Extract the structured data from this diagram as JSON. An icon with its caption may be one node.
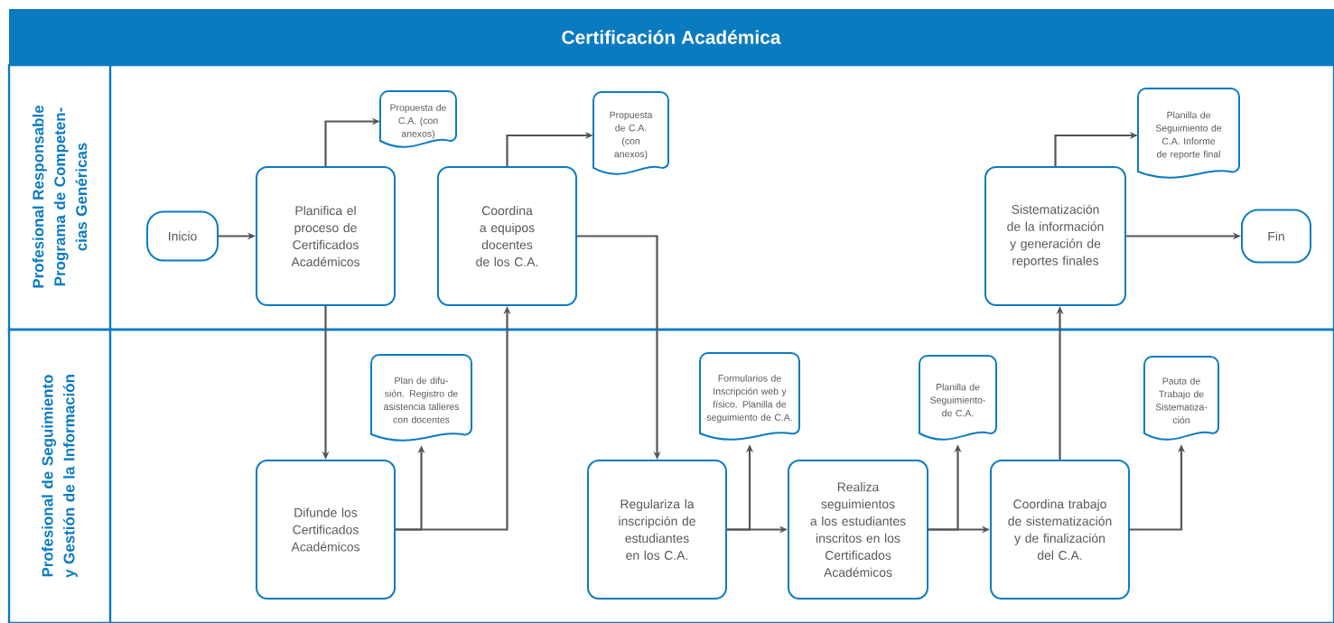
{
  "diagram": {
    "title": "Certificación Académica",
    "nodes": [
      {
        "text": [
          "Profesional Responsable Programa de Competen- cias Genéricas"
        ]
      },
      {
        "text": [
          "Profesional de Seguimiento y Gestión de la Información"
        ]
      },
      {
        "text": [
          "Inicio"
        ],
        "in": 0
      },
      {
        "text": [
          "Planifica el proceso de Certificados Académicos"
        ],
        "in": 0
      },
      {
        "text": [
          "Propuesta de C.A. (con anexos)"
        ],
        "in": 0
      },
      {
        "text": [
          "Coordina a equipos docentes de los C.A."
        ],
        "in": 0
      },
      {
        "text": [
          "Propuesta de C.A. (con anexos)"
        ],
        "in": 0
      },
      {
        "text": [
          "Sistematización de la información y generación de reportes finales"
        ],
        "in": 0
      },
      {
        "text": [
          "Planilla de Seguimiento de C.A. Informe de reporte final"
        ],
        "in": 0
      },
      {
        "text": [
          "Fin"
        ],
        "in": 0
      },
      {
        "text": [
          "Difunde los Certificados Académicos"
        ],
        "in": 1
      },
      {
        "text": [
          "Plan de difu- sión. Registro de asistencia talleres con docentes"
        ],
        "in": 1
      },
      {
        "text": [
          "Regulariza la inscripción de estudiantes en los C.A."
        ],
        "in": 1
      },
      {
        "text": [
          "Formularios de Inscripción web y físico. Planilla de seguimiento de C.A."
        ],
        "in": 1
      },
      {
        "text": [
          "Realiza seguimientos a los estudiantes inscritos en los Certificados Académicos"
        ],
        "in": 1
      },
      {
        "text": [
          "Planilla de Seguimiento- de C.A."
        ],
        "in": 1
      },
      {
        "text": [
          "Coordina trabajo de sistematización y de finalización del C.A."
        ],
        "in": 1
      },
      {
        "text": [
          "Pauta de Trabajo de Sistematiza- ción"
        ],
        "in": 1
      }
    ],
    "edges": [
      {
        "from": 2,
        "to": 3,
        "arrow": "to"
      },
      {
        "from": 3,
        "to": 4,
        "arrow": "to"
      },
      {
        "from": 3,
        "to": 10,
        "arrow": "to"
      },
      {
        "from": 10,
        "to": 11,
        "arrow": "to"
      },
      {
        "from": 10,
        "to": 5,
        "arrow": "to"
      },
      {
        "from": 5,
        "to": 6,
        "arrow": "to"
      },
      {
        "from": 5,
        "to": 12,
        "arrow": "to"
      },
      {
        "from": 12,
        "to": 13,
        "arrow": "to"
      },
      {
        "from": 12,
        "to": 14,
        "arrow": "to"
      },
      {
        "from": 14,
        "to": 15,
        "arrow": "to"
      },
      {
        "from": 14,
        "to": 16,
        "arrow": "to"
      },
      {
        "from": 16,
        "to": 17,
        "arrow": "to"
      },
      {
        "from": 16,
        "to": 7,
        "arrow": "to"
      },
      {
        "from": 7,
        "to": 8,
        "arrow": "to"
      },
      {
        "from": 7,
        "to": 9,
        "arrow": "to"
      }
    ]
  }
}
